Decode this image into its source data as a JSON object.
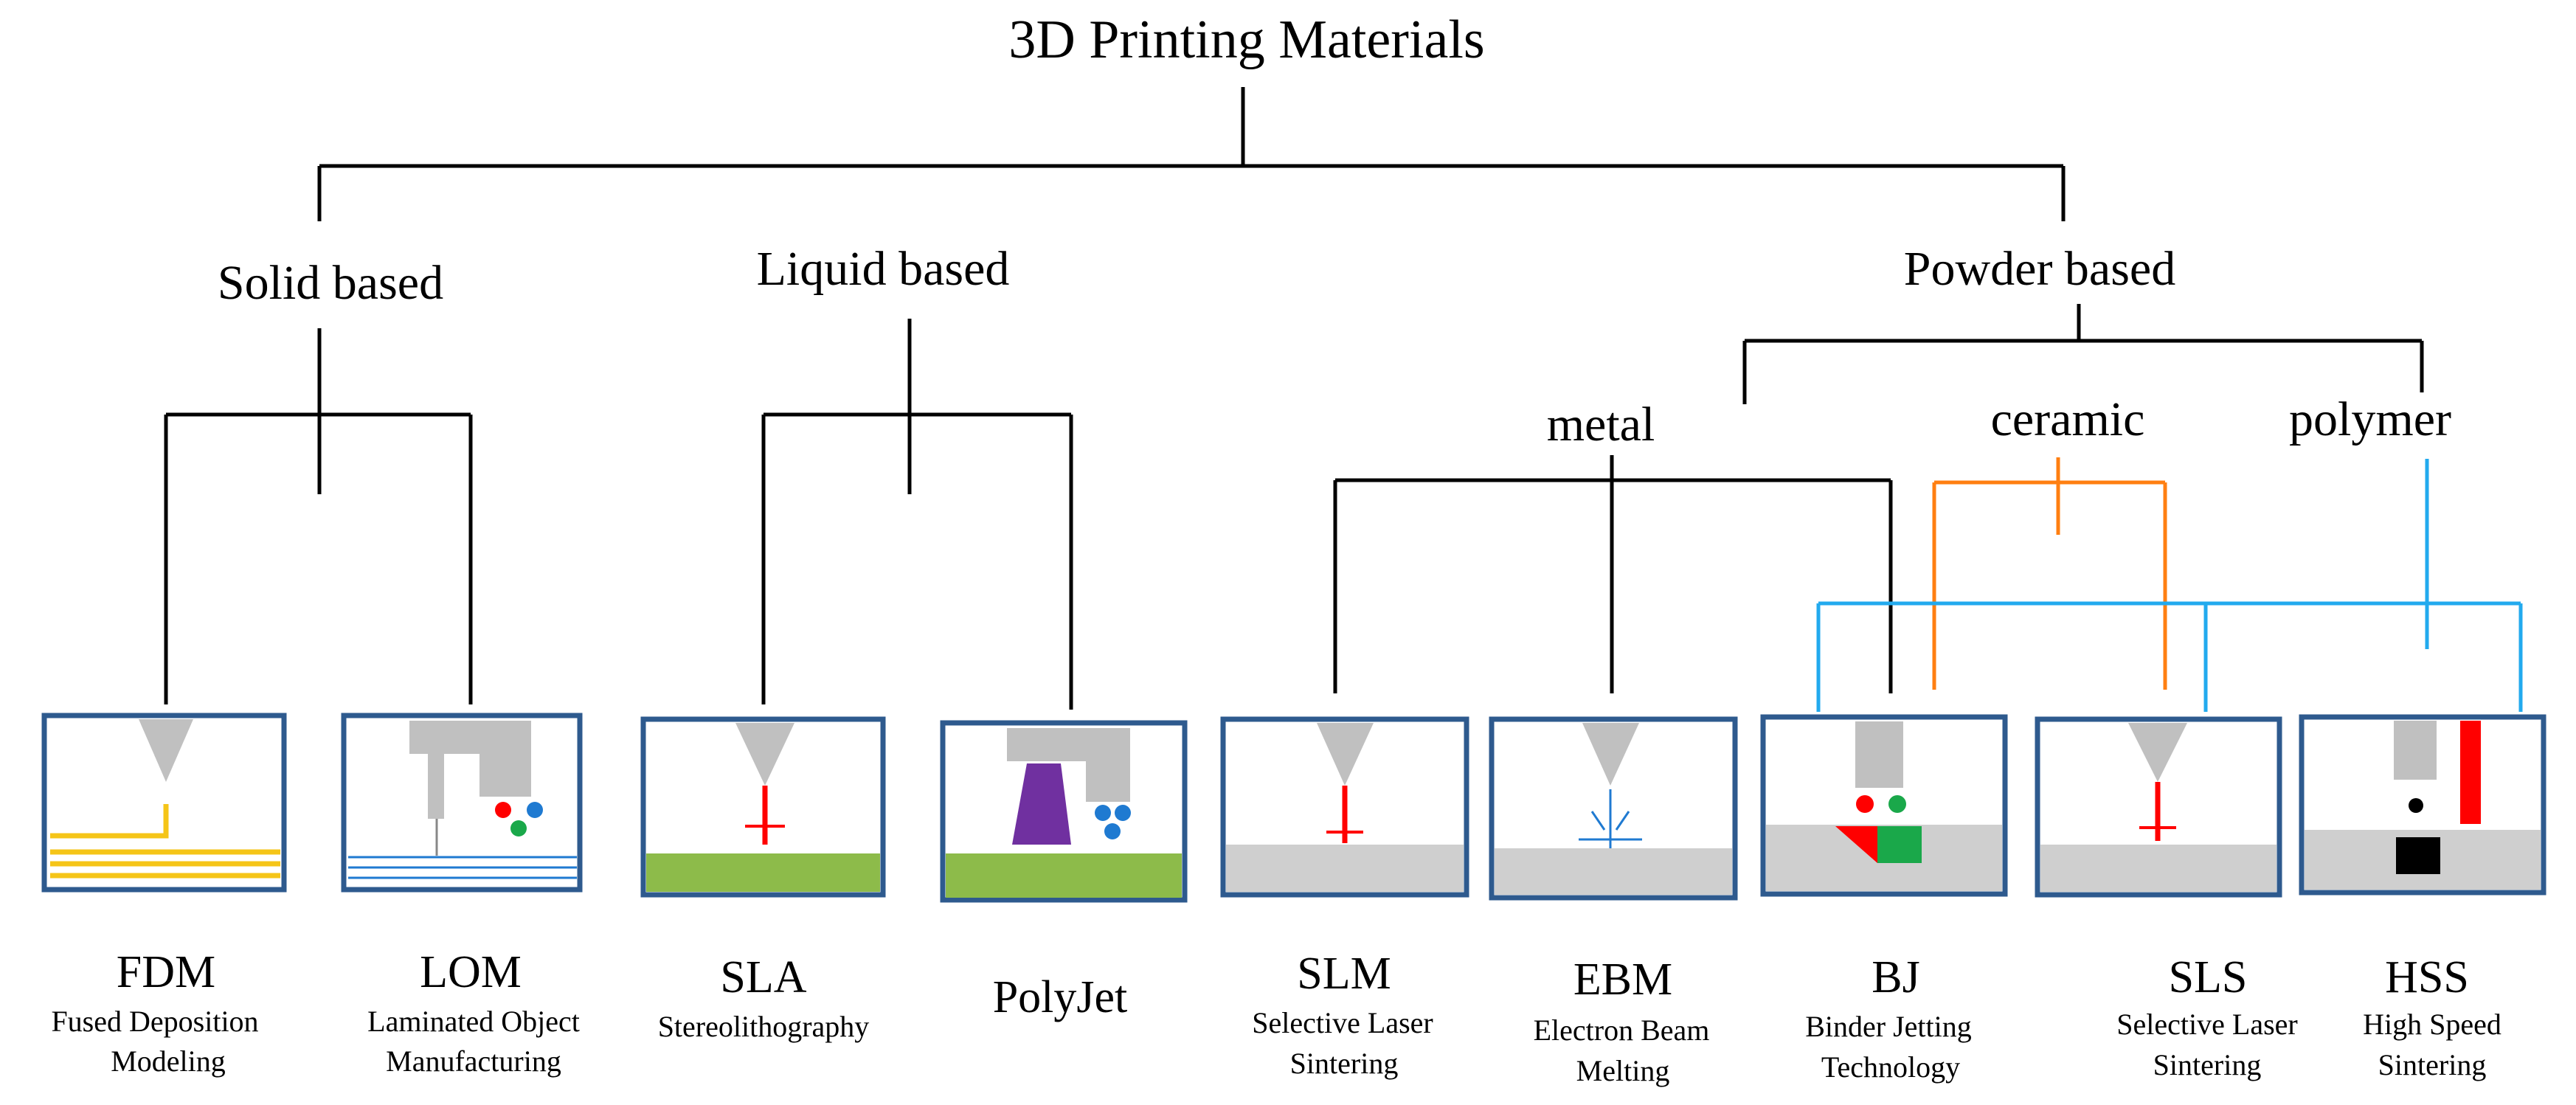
{
  "title": "3D Printing Materials",
  "categories": {
    "solid": "Solid  based",
    "liquid": "Liquid  based",
    "powder": "Powder based"
  },
  "powder_subtypes": {
    "metal": "metal",
    "ceramic": "ceramic",
    "polymer": "polymer"
  },
  "technologies": {
    "fdm": {
      "abbr": "FDM",
      "line1": "Fused Deposition",
      "line2": "Modeling"
    },
    "lom": {
      "abbr": "LOM",
      "line1": "Laminated  Object",
      "line2": "Manufacturing"
    },
    "sla": {
      "abbr": "SLA",
      "line1": "Stereolithography",
      "line2": ""
    },
    "polyjet": {
      "abbr": "PolyJet",
      "line1": "",
      "line2": ""
    },
    "slm": {
      "abbr": "SLM",
      "line1": "Selective  Laser",
      "line2": "Sintering"
    },
    "ebm": {
      "abbr": "EBM",
      "line1": "Electron  Beam",
      "line2": "Melting"
    },
    "bj": {
      "abbr": "BJ",
      "line1": "Binder  Jetting",
      "line2": "Technology"
    },
    "sls": {
      "abbr": "SLS",
      "line1": "Selective  Laser",
      "line2": "Sintering"
    },
    "hss": {
      "abbr": "HSS",
      "line1": "High  Speed",
      "line2": "Sintering"
    }
  },
  "colors": {
    "tree_lines": "#000000",
    "ceramic_lines": "#ff7f11",
    "polymer_lines": "#22aaee",
    "frame": "#2e5a8e",
    "nozzle": "#c0c0c0",
    "laser": "#ff0000",
    "filament": "#f5c518",
    "resin_base": "#8dbb4a",
    "polyjet_material": "#7030a0",
    "droplet_blue": "#1f7ad1",
    "droplet_green": "#1aa84a",
    "powder_bed": "#cfcfcf"
  }
}
